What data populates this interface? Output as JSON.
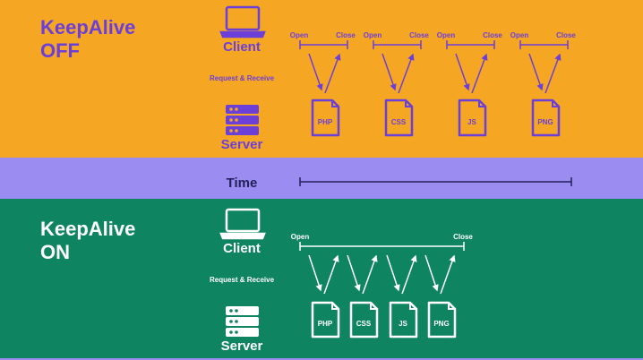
{
  "colors": {
    "off_bg": "#F5A623",
    "time_bg": "#9B8CF2",
    "on_bg": "#0E8461",
    "purple": "#6D3FD9",
    "navy": "#24205A",
    "white": "#FFFFFF"
  },
  "off_section": {
    "title_line1": "KeepAlive",
    "title_line2": "OFF",
    "client_label": "Client",
    "request_label": "Request & Receive",
    "server_label": "Server",
    "open_label": "Open",
    "close_label": "Close",
    "files": [
      "PHP",
      "CSS",
      "JS",
      "PNG"
    ]
  },
  "time_band": {
    "label": "Time"
  },
  "on_section": {
    "title_line1": "KeepAlive",
    "title_line2": "ON",
    "client_label": "Client",
    "request_label": "Request & Receive",
    "server_label": "Server",
    "open_label": "Open",
    "close_label": "Close",
    "files": [
      "PHP",
      "CSS",
      "JS",
      "PNG"
    ]
  },
  "icons": {
    "client": "laptop-icon",
    "server": "server-icon",
    "file": "file-icon"
  }
}
